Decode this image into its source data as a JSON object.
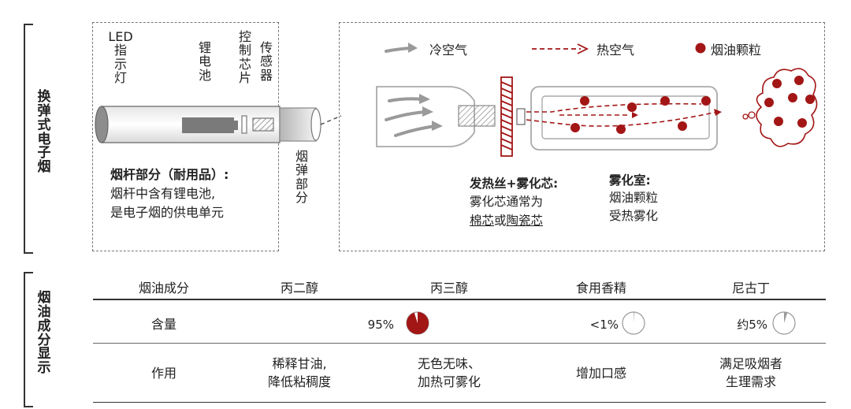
{
  "sections": {
    "top_label": "换弹式电子烟",
    "bottom_label": "烟油成分显示"
  },
  "device": {
    "led_label": "LED\n指\n示\n灯",
    "battery_label": "锂\n电\n池",
    "chip_label": "控\n制\n芯\n片",
    "sensor_label": "传\n感\n器",
    "pod_label": "烟\n弹\n部\n分",
    "rod_title": "烟杆部分（耐用品）:",
    "rod_desc_1": "烟杆中含有锂电池,",
    "rod_desc_2": "是电子烟的供电单元"
  },
  "legend": {
    "cold_air": "冷空气",
    "hot_air": "热空气",
    "oil_particle": "烟油颗粒"
  },
  "coil": {
    "title": "发热丝+雾化芯:",
    "line1": "雾化芯通常为",
    "opt1": "棉芯",
    "or": "或",
    "opt2": "陶瓷芯"
  },
  "chamber": {
    "title": "雾化室:",
    "line1": "烟油颗粒",
    "line2": "受热雾化"
  },
  "table": {
    "headers": [
      "烟油成分",
      "丙二醇",
      "丙三醇",
      "食用香精",
      "尼古丁"
    ],
    "content_label": "含量",
    "function_label": "作用",
    "content_values": [
      {
        "text": "95%",
        "fraction": 0.95
      },
      {
        "text": "<1%",
        "fraction": 0.01
      },
      {
        "text": "约5%",
        "fraction": 0.05
      }
    ],
    "functions": [
      "稀释甘油,\n降低粘稠度",
      "无色无味、\n加热可雾化",
      "增加口感",
      "满足吸烟者\n生理需求"
    ]
  },
  "colors": {
    "accent": "#a31616",
    "gray": "#9a9a9a",
    "line": "#333333"
  }
}
